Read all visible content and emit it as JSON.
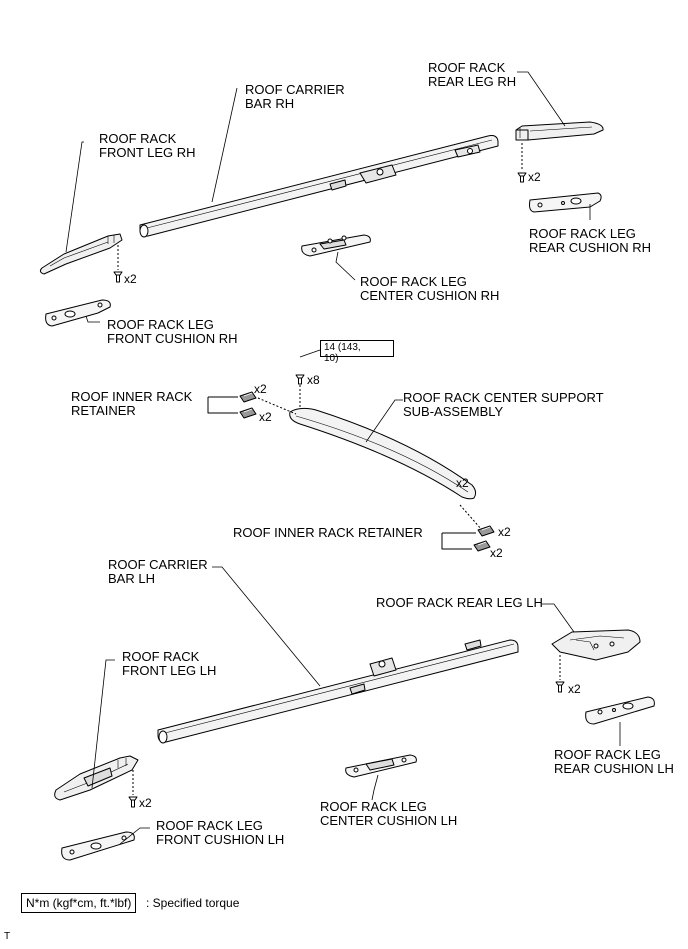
{
  "labels": {
    "roof_rack_rear_leg_rh": [
      "ROOF RACK",
      "REAR LEG RH"
    ],
    "roof_carrier_bar_rh": [
      "ROOF CARRIER",
      "BAR RH"
    ],
    "roof_rack_front_leg_rh": [
      "ROOF RACK",
      "FRONT LEG RH"
    ],
    "roof_rack_leg_rear_cushion_rh": [
      "ROOF RACK LEG",
      "REAR CUSHION RH"
    ],
    "roof_rack_leg_center_cushion_rh": [
      "ROOF RACK LEG",
      "CENTER CUSHION RH"
    ],
    "roof_rack_leg_front_cushion_rh": [
      "ROOF RACK LEG",
      "FRONT CUSHION RH"
    ],
    "roof_inner_rack_retainer_upper": [
      "ROOF INNER RACK",
      "RETAINER"
    ],
    "roof_rack_center_support": [
      "ROOF RACK CENTER SUPPORT",
      "SUB-ASSEMBLY"
    ],
    "roof_inner_rack_retainer_lower": "ROOF INNER RACK RETAINER",
    "roof_carrier_bar_lh": [
      "ROOF CARRIER",
      "BAR LH"
    ],
    "roof_rack_rear_leg_lh": "ROOF RACK REAR LEG LH",
    "roof_rack_front_leg_lh": [
      "ROOF RACK",
      "FRONT LEG LH"
    ],
    "roof_rack_leg_rear_cushion_lh": [
      "ROOF RACK LEG",
      "REAR CUSHION LH"
    ],
    "roof_rack_leg_center_cushion_lh": [
      "ROOF RACK LEG",
      "CENTER CUSHION LH"
    ],
    "roof_rack_leg_front_cushion_lh": [
      "ROOF RACK LEG",
      "FRONT CUSHION LH"
    ]
  },
  "quantities": {
    "rear_leg_rh_bolts": "x2",
    "front_leg_rh_bolts": "x2",
    "center_support_bolts": "x8",
    "upper_retainer_a": "x2",
    "upper_retainer_b": "x2",
    "center_support_end": "x2",
    "lower_retainer_a": "x2",
    "lower_retainer_b": "x2",
    "rear_leg_lh_bolts": "x2",
    "front_leg_lh_bolts": "x2"
  },
  "torque_spec": [
    "14 (143,",
    "10)"
  ],
  "legend": {
    "box_text": "N*m (kgf*cm, ft.*lbf)",
    "description": ": Specified torque"
  },
  "footer_code": "T"
}
